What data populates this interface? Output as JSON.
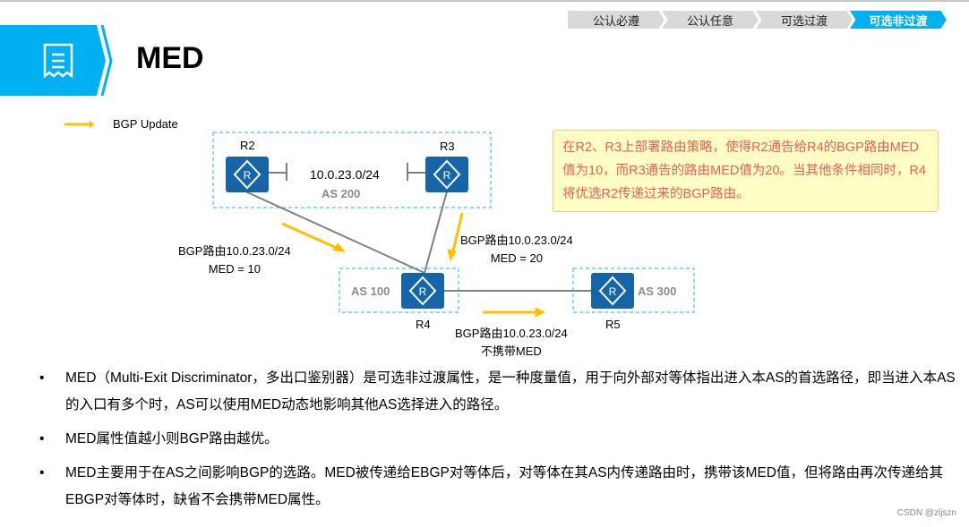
{
  "steps": [
    "公认必遵",
    "公认任意",
    "可选过渡",
    "可选非过渡"
  ],
  "title": "MED",
  "legend": {
    "label": "BGP Update",
    "color": "#ffc000"
  },
  "routers": {
    "r2": "R2",
    "r3": "R3",
    "r4": "R4",
    "r5": "R5"
  },
  "as": {
    "as200": "AS 200",
    "as100": "AS 100",
    "as300": "AS 300"
  },
  "network": "10.0.23.0/24",
  "labels": {
    "r2_update": [
      "BGP路由10.0.23.0/24",
      "MED = 10"
    ],
    "r3_update": [
      "BGP路由10.0.23.0/24",
      "MED = 20"
    ],
    "r4_update": [
      "BGP路由10.0.23.0/24",
      "不携带MED"
    ]
  },
  "note": "在R2、R3上部署路由策略，使得R2通告给R4的BGP路由MED值为10，而R3通告的路由MED值为20。当其他条件相同时，R4将优选R2传递过来的BGP路由。",
  "bullets": [
    "MED（Multi-Exit Discriminator，多出口鉴别器）是可选非过渡属性，是一种度量值，用于向外部对等体指出进入本AS的首选路径，即当进入本AS的入口有多个时，AS可以使用MED动态地影响其他AS选择进入的路径。",
    "MED属性值越小则BGP路由越优。",
    "MED主要用于在AS之间影响BGP的选路。MED被传递给EBGP对等体后，对等体在其AS内传递路由时，携带该MED值，但将路由再次传递给其EBGP对等体时，缺省不会携带MED属性。"
  ],
  "watermark": "CSDN @zljszn",
  "colors": {
    "accent": "#00b0f0",
    "router": "#1565a8",
    "note_text": "#f05a5a"
  }
}
